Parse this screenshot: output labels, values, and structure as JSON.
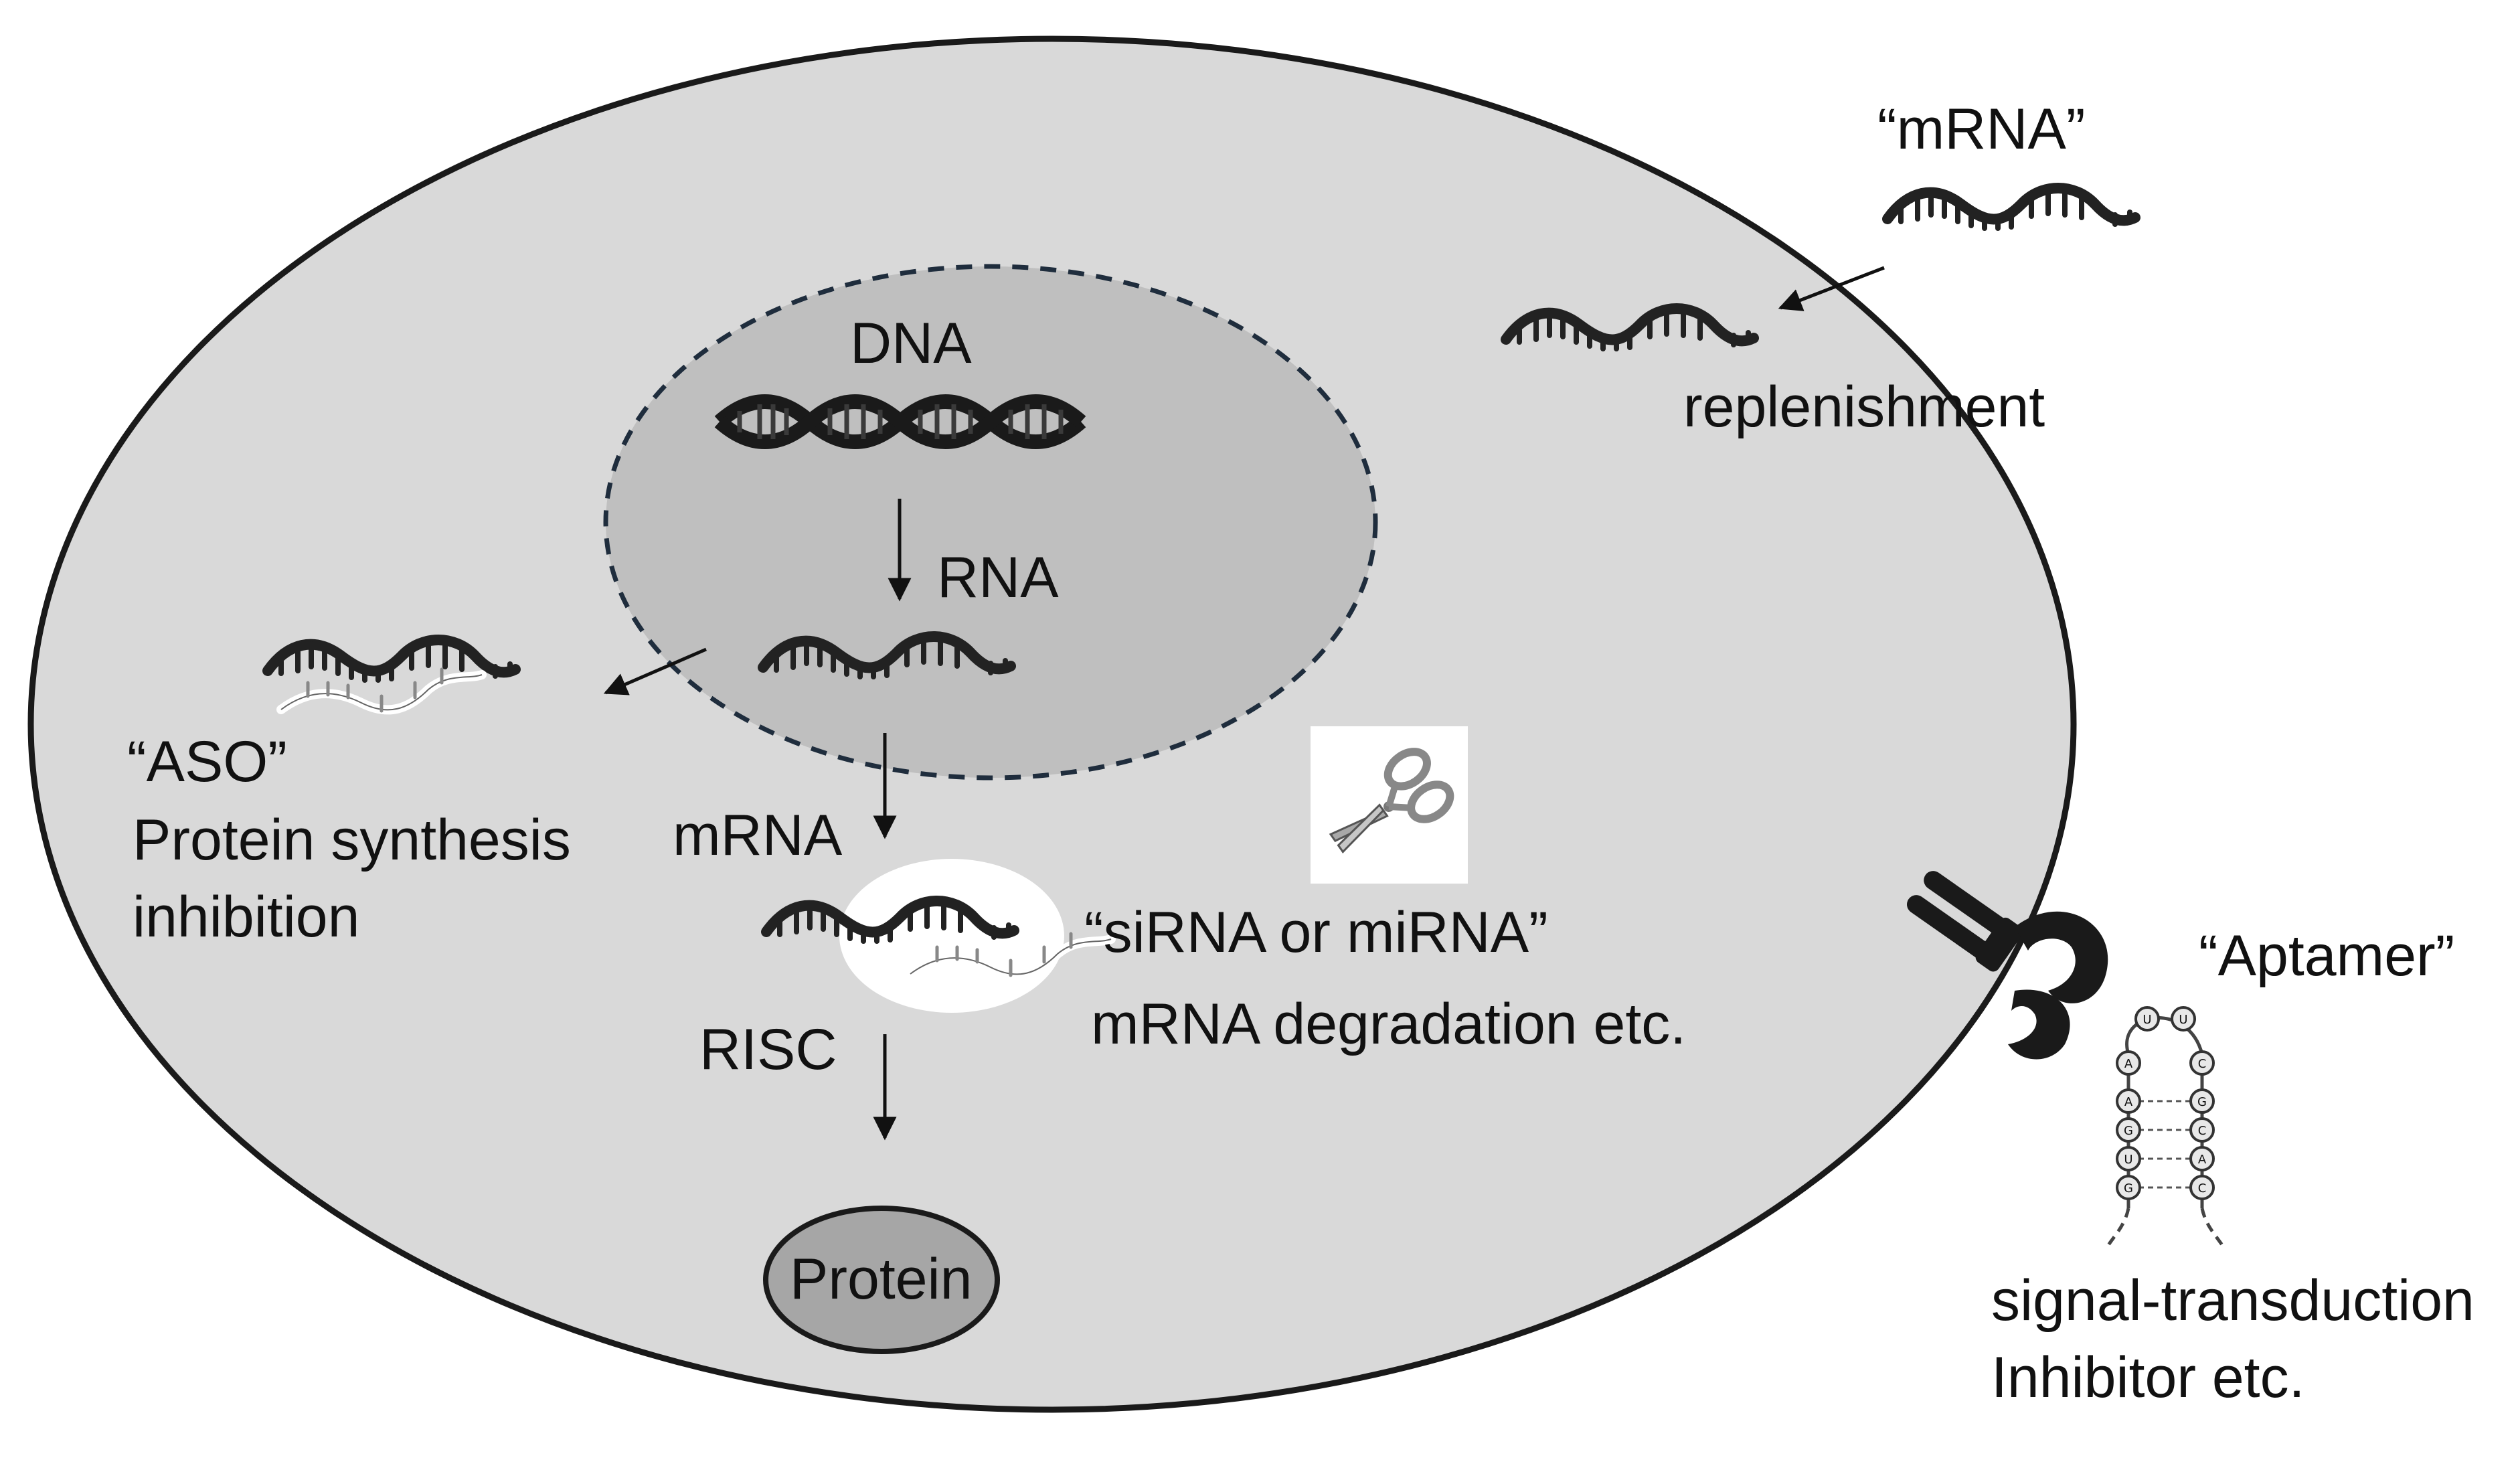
{
  "labels": {
    "dna": "DNA",
    "rna": "RNA",
    "mrna": "mRNA",
    "risc": "RISC",
    "protein": "Protein",
    "mrna_quoted": "“mRNA”",
    "replenishment": "replenishment",
    "aso_title": "“ASO”",
    "aso_desc_1": "Protein synthesis",
    "aso_desc_2": "inhibition",
    "sirna_title": "“siRNA or miRNA”",
    "sirna_desc": "mRNA degradation etc.",
    "aptamer_title": "“Aptamer”",
    "aptamer_desc_1": "signal-transduction",
    "aptamer_desc_2": "Inhibitor etc."
  },
  "aptamer_bases": [
    "U",
    "U",
    "A",
    "C",
    "A",
    "G",
    "G",
    "C",
    "U",
    "A",
    "G",
    "C"
  ],
  "colors": {
    "cell_fill": "#d9d9d9",
    "nucleus_fill": "#bfbfbf",
    "protein_fill": "#a6a6a6",
    "risc_fill": "#ffffff",
    "strand": "#222222"
  }
}
